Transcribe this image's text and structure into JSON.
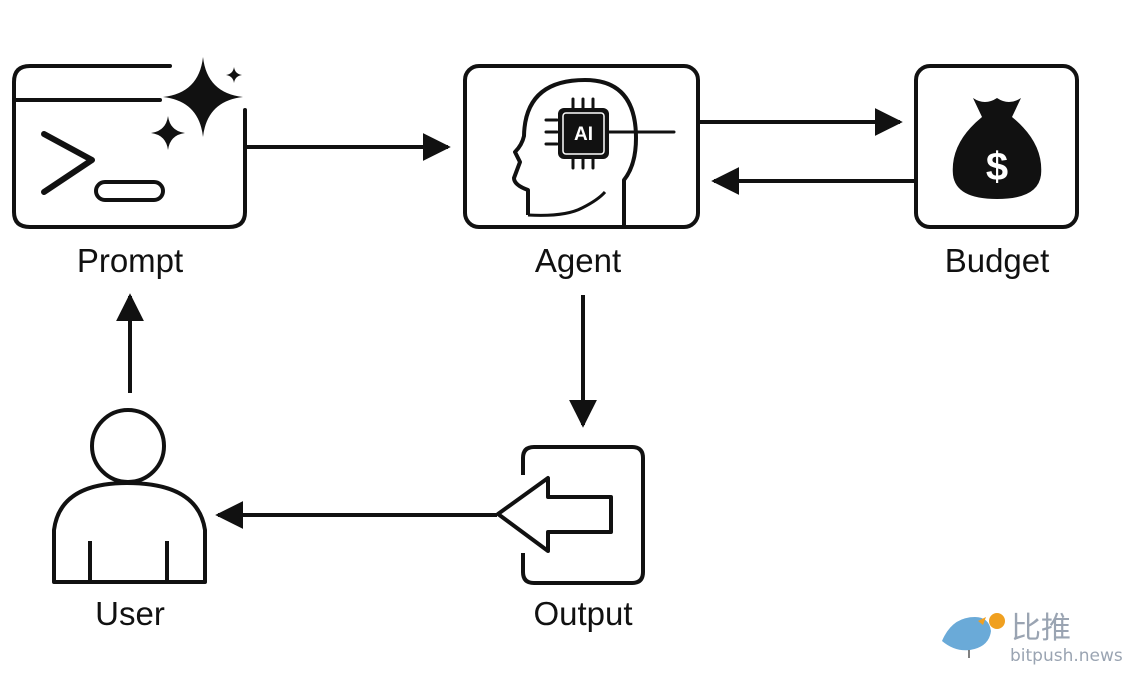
{
  "nodes": {
    "prompt": {
      "label": "Prompt"
    },
    "agent": {
      "label": "Agent",
      "chip_text": "AI"
    },
    "budget": {
      "label": "Budget",
      "symbol": "$"
    },
    "user": {
      "label": "User"
    },
    "output": {
      "label": "Output"
    }
  },
  "edges": [
    {
      "from": "prompt",
      "to": "agent"
    },
    {
      "from": "agent",
      "to": "budget"
    },
    {
      "from": "budget",
      "to": "agent"
    },
    {
      "from": "agent",
      "to": "output"
    },
    {
      "from": "output",
      "to": "user"
    },
    {
      "from": "user",
      "to": "prompt"
    }
  ],
  "icons": {
    "prompt": "terminal-sparkle-icon",
    "agent": "ai-head-icon",
    "budget": "money-bag-icon",
    "user": "user-icon",
    "output": "output-arrow-icon"
  },
  "watermark": {
    "chinese": "比推",
    "domain": "bitpush.news"
  },
  "colors": {
    "stroke": "#111111",
    "background": "#ffffff",
    "watermark": "#9aa4b2",
    "coin": "#f0a020"
  }
}
